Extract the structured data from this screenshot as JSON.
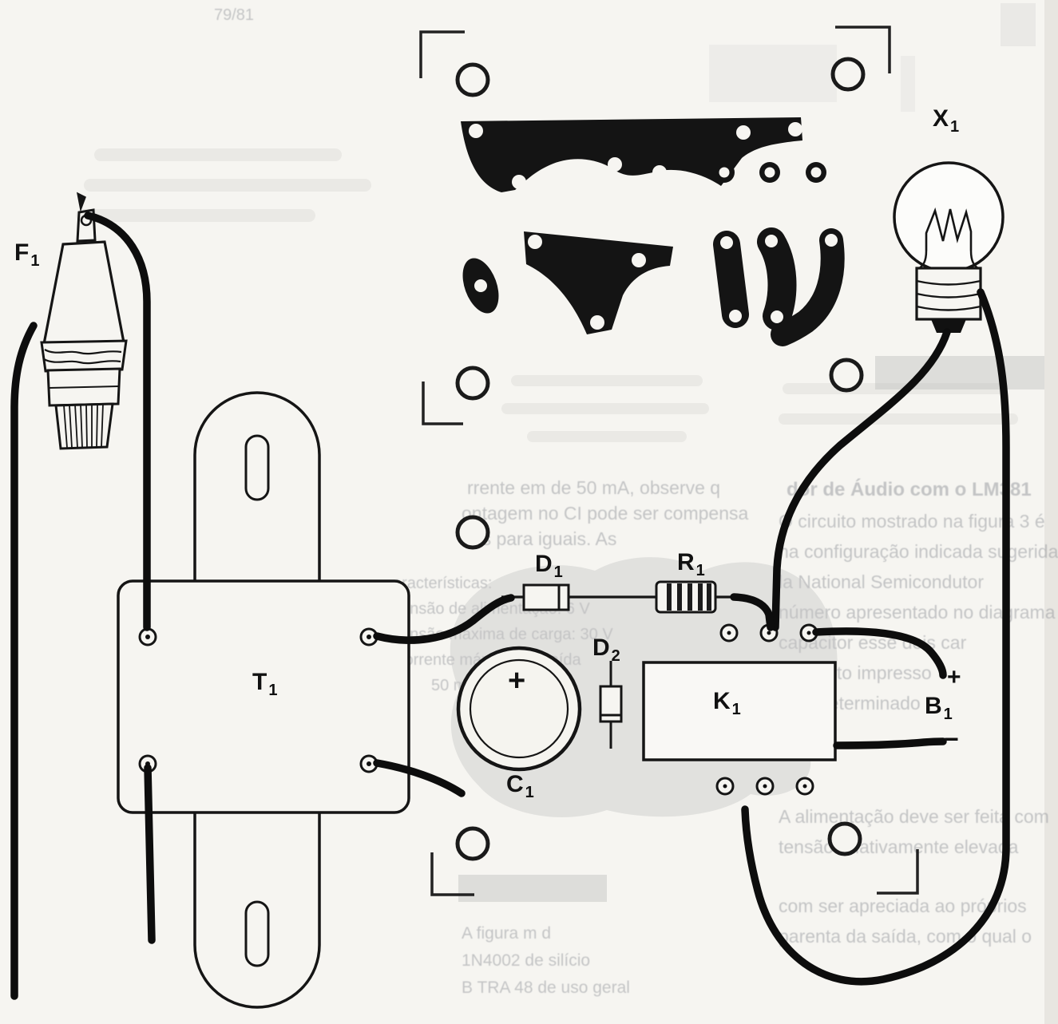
{
  "labels": {
    "f1": {
      "base": "F",
      "sub": "1"
    },
    "t1": {
      "base": "T",
      "sub": "1"
    },
    "x1": {
      "base": "X",
      "sub": "1"
    },
    "d1": {
      "base": "D",
      "sub": "1"
    },
    "d2": {
      "base": "D",
      "sub": "2"
    },
    "r1": {
      "base": "R",
      "sub": "1"
    },
    "k1": {
      "base": "K",
      "sub": "1"
    },
    "b1": {
      "base": "B",
      "sub": "1"
    },
    "c1": {
      "base": "C",
      "sub": "1"
    },
    "c1_polarity": "+",
    "b1_plus": "+",
    "b1_minus": "−"
  },
  "colors": {
    "ink": "#111111",
    "paper": "#f6f5f1",
    "trace": "#141414",
    "shadow": "#c2c2c2"
  },
  "bleed": {
    "t0": "79/81",
    "l0": "rrente em  de 50 mA, observe q",
    "l1": "ontagem no CI pode ser compensa",
    "l2": "das para  iguais. As",
    "l3": "aracterísticas:",
    "l4": "Tensão de alimentação: 6 V",
    "l5": "Tensão máxima de carga: 30 V",
    "l6": "Corrente máxima de saída",
    "l7": "50 mA",
    "r0": "dor de Áudio com o LM381",
    "r1": "O circuito mostrado na figura 3 é",
    "r2": "na configuração indicada sugerida",
    "r3": "la National Semicondutor",
    "r4": "número apresentado no diagrama",
    "r5": "capacitor  esse dois car",
    "r6": "o circuito impresso",
    "r7": "está determinado",
    "r8": "A alimentação deve ser feita com",
    "r9": "tensão relativamente elevada",
    "r10": "com ser apreciada ao próprios",
    "r11": "parenta da saída, com o qual o",
    "b0": "A figura  m  d",
    "b1": "1N4002  de silício",
    "b2": "B  TRA 48  de uso geral"
  }
}
